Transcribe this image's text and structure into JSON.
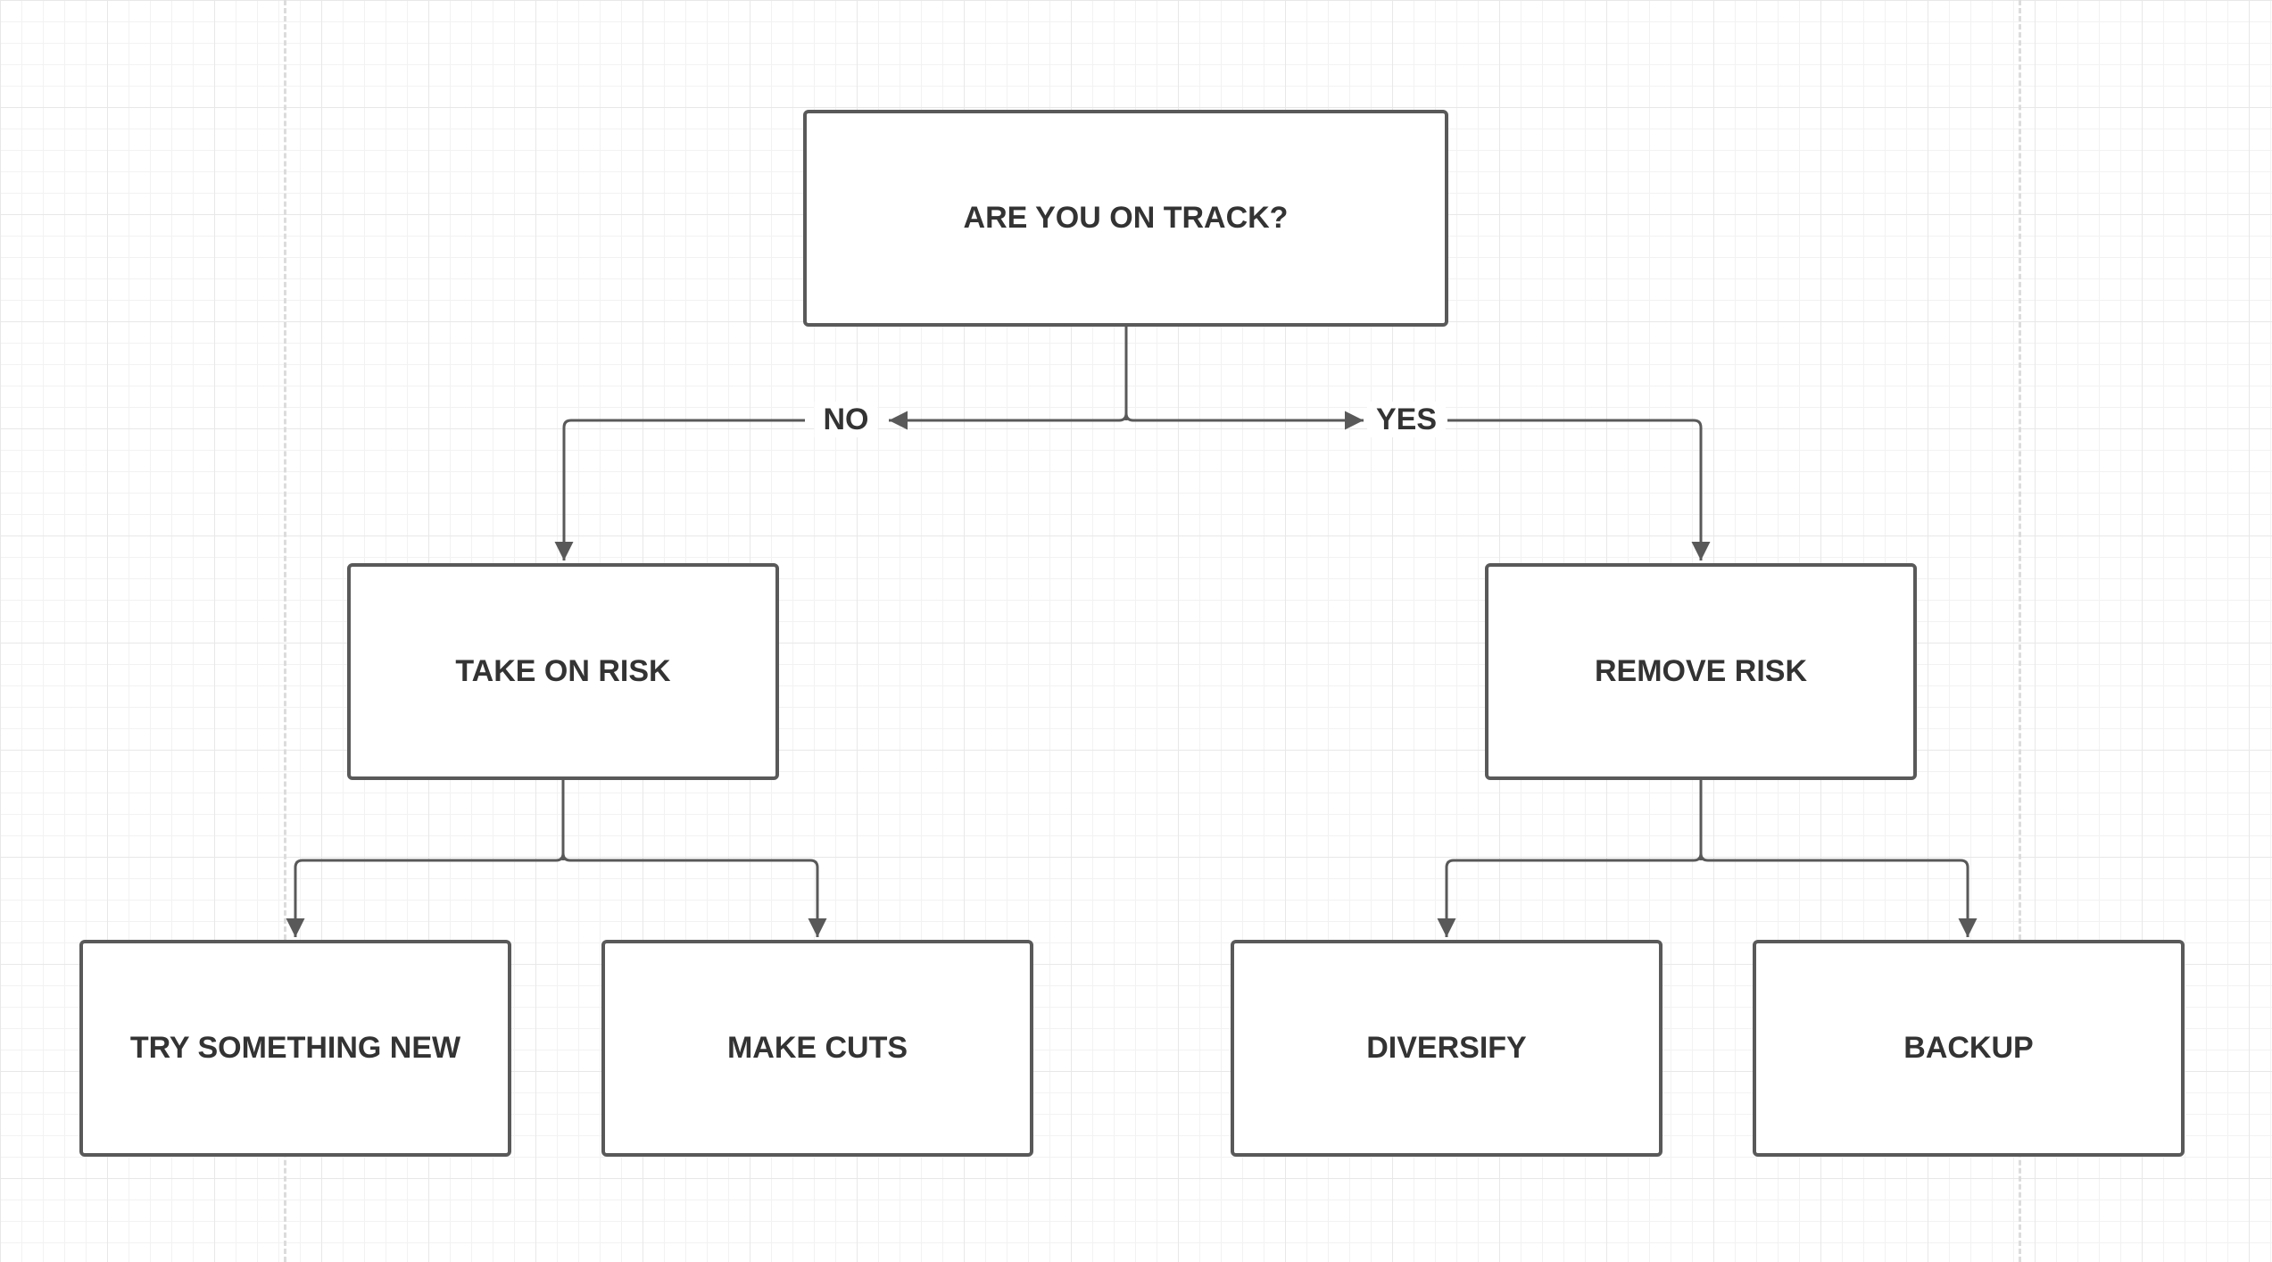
{
  "diagram": {
    "root": {
      "label": "ARE YOU ON TRACK?"
    },
    "edges": {
      "no_label": "NO",
      "yes_label": "YES"
    },
    "left_branch": {
      "label": "TAKE ON RISK",
      "children": [
        "TRY SOMETHING NEW",
        "MAKE CUTS"
      ]
    },
    "right_branch": {
      "label": "REMOVE RISK",
      "children": [
        "DIVERSIFY",
        "BACKUP"
      ]
    }
  },
  "colors": {
    "stroke": "#595959",
    "text": "#333333",
    "grid": "#e8e8e8"
  }
}
